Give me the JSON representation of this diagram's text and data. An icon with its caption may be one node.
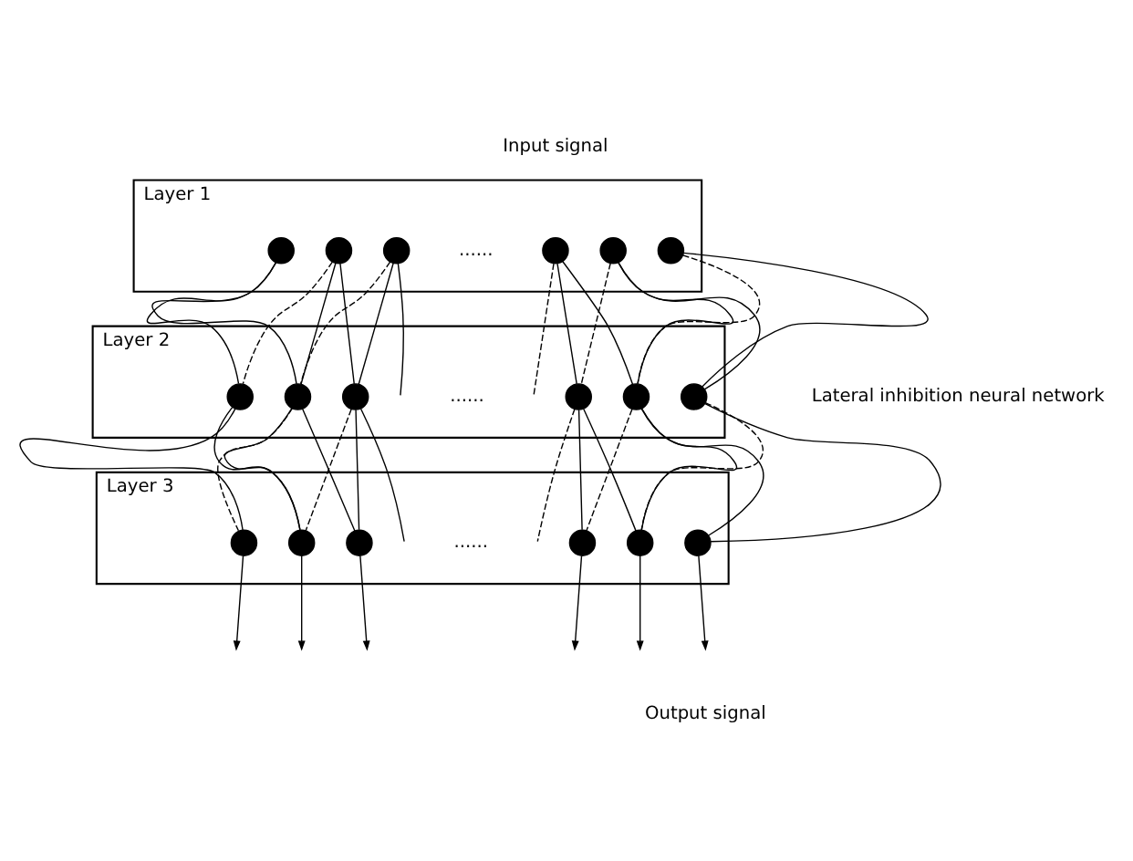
{
  "diagram": {
    "nodes": [
      {
        "text": [
          "Layer 1"
        ]
      },
      {
        "text": [],
        "shape": "circle",
        "in": 0
      },
      {
        "text": [],
        "shape": "circle",
        "in": 0
      },
      {
        "text": [],
        "shape": "circle",
        "in": 0
      },
      {
        "text": [],
        "shape": "circle",
        "in": 0
      },
      {
        "text": [],
        "shape": "circle",
        "in": 0
      },
      {
        "text": [],
        "shape": "circle",
        "in": 0
      },
      {
        "text": [
          "Layer 2"
        ]
      },
      {
        "text": [],
        "shape": "circle",
        "in": 7
      },
      {
        "text": [],
        "shape": "circle",
        "in": 7
      },
      {
        "text": [],
        "shape": "circle",
        "in": 7
      },
      {
        "text": [],
        "shape": "circle",
        "in": 7
      },
      {
        "text": [],
        "shape": "circle",
        "in": 7
      },
      {
        "text": [],
        "shape": "circle",
        "in": 7
      },
      {
        "text": [
          "Layer 3"
        ]
      },
      {
        "text": [],
        "shape": "circle",
        "in": 14
      },
      {
        "text": [],
        "shape": "circle",
        "in": 14
      },
      {
        "text": [],
        "shape": "circle",
        "in": 14
      },
      {
        "text": [],
        "shape": "circle",
        "in": 14
      },
      {
        "text": [],
        "shape": "circle",
        "in": 14
      },
      {
        "text": [],
        "shape": "circle",
        "in": 14
      }
    ],
    "edges": [
      {
        "from": 1,
        "to": 8,
        "arrow": "none"
      },
      {
        "from": 1,
        "to": 9,
        "arrow": "none"
      },
      {
        "from": 2,
        "to": 9,
        "arrow": "none"
      },
      {
        "from": 2,
        "to": 8,
        "arrow": "none",
        "style": "dashed"
      },
      {
        "from": 2,
        "to": 10,
        "arrow": "none"
      },
      {
        "from": 3,
        "to": 10,
        "arrow": "none"
      },
      {
        "from": 3,
        "to": 9,
        "arrow": "none",
        "style": "dashed"
      },
      {
        "from": 3,
        "to": null,
        "arrow": "none"
      },
      {
        "from": 4,
        "to": 11,
        "arrow": "none"
      },
      {
        "from": 4,
        "to": null,
        "arrow": "none",
        "style": "dashed"
      },
      {
        "from": 4,
        "to": 12,
        "arrow": "none"
      },
      {
        "from": 5,
        "to": 12,
        "arrow": "none"
      },
      {
        "from": 5,
        "to": 11,
        "arrow": "none",
        "style": "dashed"
      },
      {
        "from": 5,
        "to": 13,
        "arrow": "none"
      },
      {
        "from": 6,
        "to": 13,
        "arrow": "none"
      },
      {
        "from": 6,
        "to": 12,
        "arrow": "none",
        "style": "dashed"
      },
      {
        "from": 8,
        "to": 15,
        "arrow": "none"
      },
      {
        "from": 8,
        "to": 16,
        "arrow": "none"
      },
      {
        "from": 9,
        "to": 16,
        "arrow": "none"
      },
      {
        "from": 9,
        "to": 15,
        "arrow": "none",
        "style": "dashed"
      },
      {
        "from": 9,
        "to": 17,
        "arrow": "none"
      },
      {
        "from": 10,
        "to": 17,
        "arrow": "none"
      },
      {
        "from": 10,
        "to": 16,
        "arrow": "none",
        "style": "dashed"
      },
      {
        "from": 10,
        "to": null,
        "arrow": "none"
      },
      {
        "from": 11,
        "to": 18,
        "arrow": "none"
      },
      {
        "from": 11,
        "to": null,
        "arrow": "none",
        "style": "dashed"
      },
      {
        "from": 11,
        "to": 19,
        "arrow": "none"
      },
      {
        "from": 12,
        "to": 19,
        "arrow": "none"
      },
      {
        "from": 12,
        "to": 18,
        "arrow": "none",
        "style": "dashed"
      },
      {
        "from": 12,
        "to": 20,
        "arrow": "none"
      },
      {
        "from": 13,
        "to": 20,
        "arrow": "none"
      },
      {
        "from": 13,
        "to": 19,
        "arrow": "none",
        "style": "dashed"
      },
      {
        "from": 15,
        "to": null,
        "arrow": "to"
      },
      {
        "from": 16,
        "to": null,
        "arrow": "to"
      },
      {
        "from": 17,
        "to": null,
        "arrow": "to"
      },
      {
        "from": 18,
        "to": null,
        "arrow": "to"
      },
      {
        "from": 19,
        "to": null,
        "arrow": "to"
      },
      {
        "from": 20,
        "to": null,
        "arrow": "to"
      }
    ],
    "labels": [
      "Input signal",
      "......",
      "......",
      "......",
      "Lateral inhibition neural network",
      "Output signal"
    ]
  }
}
